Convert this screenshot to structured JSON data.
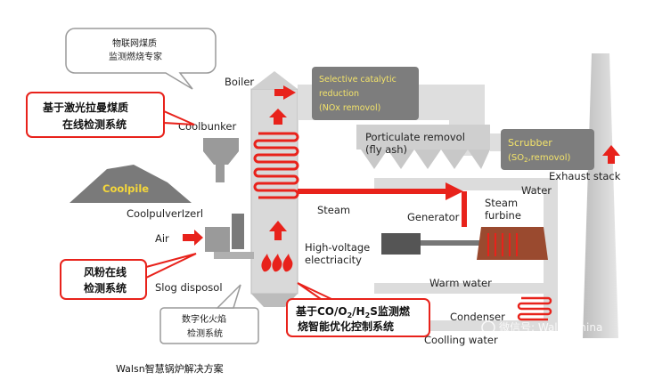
{
  "callouts": {
    "expert": [
      "物联网煤质",
      "监测燃烧专家"
    ],
    "raman": [
      "基于激光拉曼煤质",
      "在线检测系统"
    ],
    "wind_powder": [
      "风粉在线",
      "检测系统"
    ],
    "flame": [
      "数字化火焰",
      "检测系统"
    ],
    "gas": [
      "基于CO/O",
      "/H",
      "S监测燃",
      "烧智能优化控制系统"
    ]
  },
  "labels": {
    "boiler": "Boiler",
    "coolbunker": "Coolbunker",
    "coolpile": "Coolpile",
    "coolpulverizer": "CoolpulverIzerl",
    "air": "Air",
    "slag": "Slog disposol",
    "steam": "Steam",
    "hv1": "High-voltage",
    "hv2": "electriacity",
    "generator": "Generator",
    "steam_turbine1": "Steam",
    "steam_turbine2": "furbine",
    "water": "Water",
    "exhaust": "Exhaust stack",
    "warm_water": "Warm water",
    "condenser": "Condenser",
    "cooling_water": "Coolling water",
    "particulate1": "Porticulate removol",
    "particulate2": "(fly ash)",
    "scr1": "Selective catalytic",
    "scr2": "reduction",
    "scr3": "(NOx removol)",
    "scrubber1": "Scrubber",
    "scrubber2": "(SO",
    "scrubber3": "removol)"
  },
  "subscript2": "2",
  "watermark": "微信号: Walsn-china",
  "caption": "Walsn智慧锅炉解决方案",
  "colors": {
    "red": "#e8221b",
    "gray_pipe": "#d4d4d4",
    "dark_gray": "#6e6e6e",
    "scr_text": "#f3e36a",
    "callout_border": "#e8221b"
  }
}
